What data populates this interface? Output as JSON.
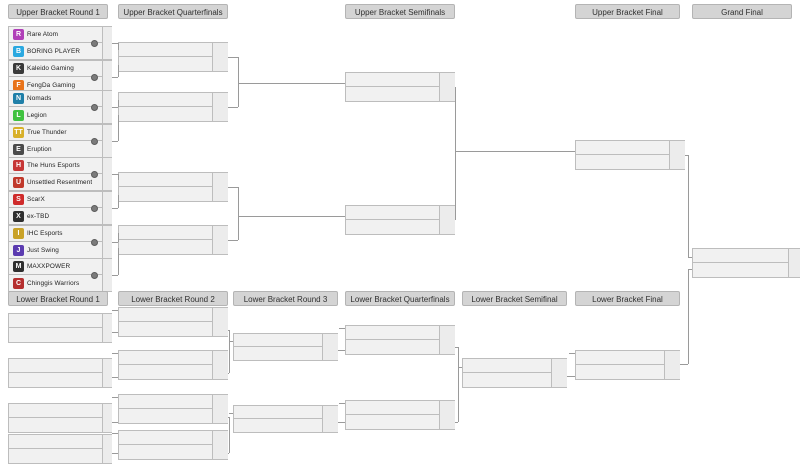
{
  "page": {
    "title": "Double Elimination Tournament Bracket",
    "background": "#ffffff",
    "box_fill": "#f1f1f1",
    "box_border": "#bdbdbd",
    "header_fill": "#d4d4d4",
    "header_border": "#b4b4b4",
    "line_color": "#9a9a9a"
  },
  "upper_bracket": {
    "headers": [
      {
        "label": "Upper Bracket Round 1"
      },
      {
        "label": "Upper Bracket Quarterfinals"
      },
      {
        "label": "Upper Bracket Semifinals"
      },
      {
        "label": "Upper Bracket Final"
      },
      {
        "label": "Grand Final"
      }
    ],
    "round1_matches": [
      {
        "info": "i",
        "teams": [
          {
            "name": "Rare Atom",
            "logo_text": "R",
            "logo_color": "#b03fb8"
          },
          {
            "name": "BORING PLAYER",
            "logo_text": "B",
            "logo_color": "#2aa8e0"
          }
        ]
      },
      {
        "info": "i",
        "teams": [
          {
            "name": "Kaleido Gaming",
            "logo_text": "K",
            "logo_color": "#3a3a3a"
          },
          {
            "name": "FengDa Gaming",
            "logo_text": "F",
            "logo_color": "#e8731a"
          }
        ]
      },
      {
        "info": "i",
        "teams": [
          {
            "name": "Nomads",
            "logo_text": "N",
            "logo_color": "#1f7fa8"
          },
          {
            "name": "Legion",
            "logo_text": "L",
            "logo_color": "#3fc23f"
          }
        ]
      },
      {
        "info": "i",
        "teams": [
          {
            "name": "True Thunder",
            "logo_text": "TT",
            "logo_color": "#d8b029"
          },
          {
            "name": "Eruption",
            "logo_text": "E",
            "logo_color": "#4a4a4a"
          }
        ]
      },
      {
        "info": "i",
        "teams": [
          {
            "name": "The Huns Esports",
            "logo_text": "H",
            "logo_color": "#c63535"
          },
          {
            "name": "Unsettled Resentment",
            "logo_text": "U",
            "logo_color": "#c0392b"
          }
        ]
      },
      {
        "info": "i",
        "teams": [
          {
            "name": "ScarX",
            "logo_text": "S",
            "logo_color": "#cf2b2b"
          },
          {
            "name": "ex-TBD",
            "logo_text": "X",
            "logo_color": "#2f2f2f"
          }
        ]
      },
      {
        "info": "i",
        "teams": [
          {
            "name": "IHC Esports",
            "logo_text": "I",
            "logo_color": "#c9a227"
          },
          {
            "name": "Just Swing",
            "logo_text": "J",
            "logo_color": "#5b3bb0"
          }
        ]
      },
      {
        "info": "i",
        "teams": [
          {
            "name": "MAXXPOWER",
            "logo_text": "M",
            "logo_color": "#2f2f2f"
          },
          {
            "name": "Chinggis Warriors",
            "logo_text": "C",
            "logo_color": "#b52f2f"
          }
        ]
      }
    ],
    "quarterfinals": [
      {
        "teams": [
          {
            "name": ""
          },
          {
            "name": ""
          }
        ]
      },
      {
        "teams": [
          {
            "name": ""
          },
          {
            "name": ""
          }
        ]
      },
      {
        "teams": [
          {
            "name": ""
          },
          {
            "name": ""
          }
        ]
      },
      {
        "teams": [
          {
            "name": ""
          },
          {
            "name": ""
          }
        ]
      }
    ],
    "semifinals": [
      {
        "teams": [
          {
            "name": ""
          },
          {
            "name": ""
          }
        ]
      },
      {
        "teams": [
          {
            "name": ""
          },
          {
            "name": ""
          }
        ]
      }
    ],
    "final": [
      {
        "teams": [
          {
            "name": ""
          },
          {
            "name": ""
          }
        ]
      }
    ],
    "grand_final": [
      {
        "teams": [
          {
            "name": ""
          },
          {
            "name": ""
          }
        ]
      }
    ]
  },
  "lower_bracket": {
    "headers": [
      {
        "label": "Lower Bracket Round 1"
      },
      {
        "label": "Lower Bracket Round 2"
      },
      {
        "label": "Lower Bracket Round 3"
      },
      {
        "label": "Lower Bracket Quarterfinals"
      },
      {
        "label": "Lower Bracket Semifinal"
      },
      {
        "label": "Lower Bracket Final"
      }
    ],
    "round1": [
      {
        "teams": [
          {
            "name": ""
          },
          {
            "name": ""
          }
        ]
      },
      {
        "teams": [
          {
            "name": ""
          },
          {
            "name": ""
          }
        ]
      },
      {
        "teams": [
          {
            "name": ""
          },
          {
            "name": ""
          }
        ]
      },
      {
        "teams": [
          {
            "name": ""
          },
          {
            "name": ""
          }
        ]
      }
    ],
    "round2": [
      {
        "teams": [
          {
            "name": ""
          },
          {
            "name": ""
          }
        ]
      },
      {
        "teams": [
          {
            "name": ""
          },
          {
            "name": ""
          }
        ]
      },
      {
        "teams": [
          {
            "name": ""
          },
          {
            "name": ""
          }
        ]
      },
      {
        "teams": [
          {
            "name": ""
          },
          {
            "name": ""
          }
        ]
      }
    ],
    "round3": [
      {
        "teams": [
          {
            "name": ""
          },
          {
            "name": ""
          }
        ]
      },
      {
        "teams": [
          {
            "name": ""
          },
          {
            "name": ""
          }
        ]
      }
    ],
    "quarterfinals": [
      {
        "teams": [
          {
            "name": ""
          },
          {
            "name": ""
          }
        ]
      },
      {
        "teams": [
          {
            "name": ""
          },
          {
            "name": ""
          }
        ]
      }
    ],
    "semifinal": [
      {
        "teams": [
          {
            "name": ""
          },
          {
            "name": ""
          }
        ]
      }
    ],
    "final": [
      {
        "teams": [
          {
            "name": ""
          },
          {
            "name": ""
          }
        ]
      }
    ]
  }
}
